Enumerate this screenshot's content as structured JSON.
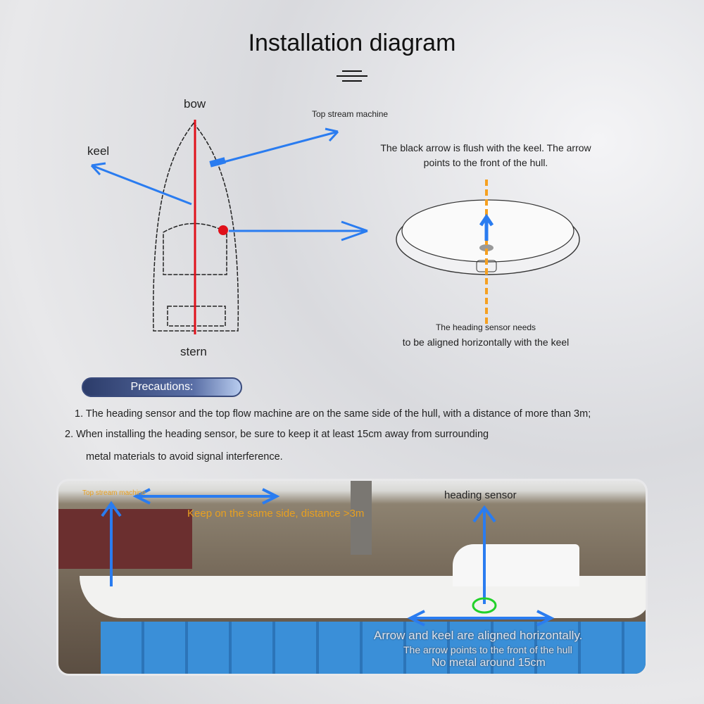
{
  "title": "Installation diagram",
  "boat": {
    "bow": "bow",
    "stern": "stern",
    "keel": "keel",
    "top_stream": "Top stream machine"
  },
  "sensor": {
    "note_top": "The black arrow is flush with the keel. The arrow points to the front of the hull.",
    "note_bottom_1": "The heading sensor needs",
    "note_bottom_2": "to be aligned horizontally with the keel"
  },
  "precautions": {
    "label": "Precautions:",
    "items": [
      "1. The heading sensor and the top flow machine are on the same side of the hull, with a distance of more than 3m;",
      "2. When installing the heading sensor, be sure to keep it at least 15cm away from surrounding",
      "metal materials to avoid signal interference."
    ]
  },
  "photo": {
    "top_stream": "Top stream machine",
    "heading_sensor": "heading sensor",
    "same_side": "Keep on the same side, distance >3m",
    "aligned": "Arrow and keel are aligned horizontally.",
    "points": "The arrow points to the front of the hull",
    "no_metal": "No metal around 15cm"
  },
  "colors": {
    "arrow": "#2a7cf0",
    "keel_line": "#e0101a",
    "sensor_axis": "#f5a020",
    "photo_label": "#e8a020",
    "highlight_circle": "#22d12a"
  }
}
